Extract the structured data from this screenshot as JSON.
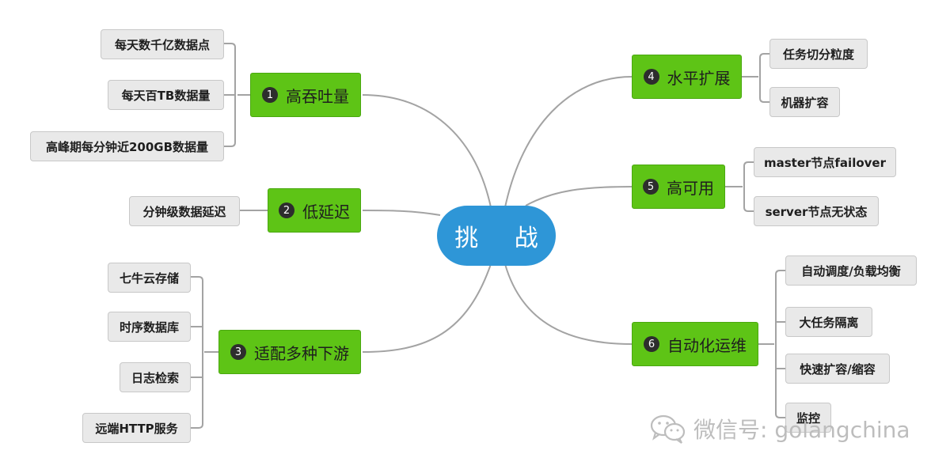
{
  "center": {
    "label": "挑 战"
  },
  "branches": [
    {
      "number": "1",
      "label": "高吞吐量",
      "leaves": [
        "每天数千亿数据点",
        "每天百TB数据量",
        "高峰期每分钟近200GB数据量"
      ]
    },
    {
      "number": "2",
      "label": "低延迟",
      "leaves": [
        "分钟级数据延迟"
      ]
    },
    {
      "number": "3",
      "label": "适配多种下游",
      "leaves": [
        "七牛云存储",
        "时序数据库",
        "日志检索",
        "远端HTTP服务"
      ]
    },
    {
      "number": "4",
      "label": "水平扩展",
      "leaves": [
        "任务切分粒度",
        "机器扩容"
      ]
    },
    {
      "number": "5",
      "label": "高可用",
      "leaves": [
        "master节点failover",
        "server节点无状态"
      ]
    },
    {
      "number": "6",
      "label": "自动化运维",
      "leaves": [
        "自动调度/负载均衡",
        "大任务隔离",
        "快速扩容/缩容",
        "监控"
      ]
    }
  ],
  "watermark": {
    "text": "微信号: golangchina",
    "icon": "wechat-icon"
  },
  "colors": {
    "center": "#2e96d7",
    "branch": "#5ec416",
    "leaf": "#e9e9e9",
    "line": "#a3a3a3"
  }
}
